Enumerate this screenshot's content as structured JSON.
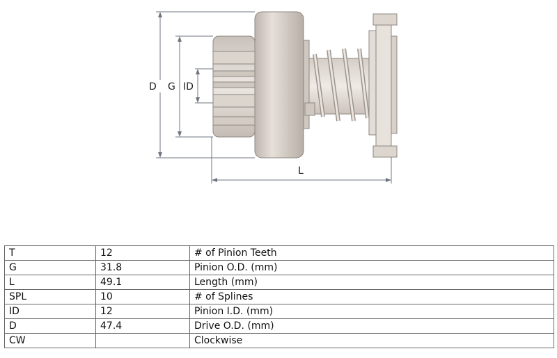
{
  "drawing": {
    "dimension_labels": {
      "D": "D",
      "G": "G",
      "ID": "ID",
      "L": "L"
    }
  },
  "spec_table": {
    "rows": [
      {
        "code": "T",
        "value": "12",
        "description": "# of Pinion Teeth"
      },
      {
        "code": "G",
        "value": "31.8",
        "description": "Pinion O.D. (mm)"
      },
      {
        "code": "L",
        "value": "49.1",
        "description": "Length (mm)"
      },
      {
        "code": "SPL",
        "value": "10",
        "description": "# of Splines"
      },
      {
        "code": "ID",
        "value": "12",
        "description": "Pinion I.D. (mm)"
      },
      {
        "code": "D",
        "value": "47.4",
        "description": "Drive O.D. (mm)"
      },
      {
        "code": "CW",
        "value": "",
        "description": "Clockwise"
      }
    ]
  }
}
